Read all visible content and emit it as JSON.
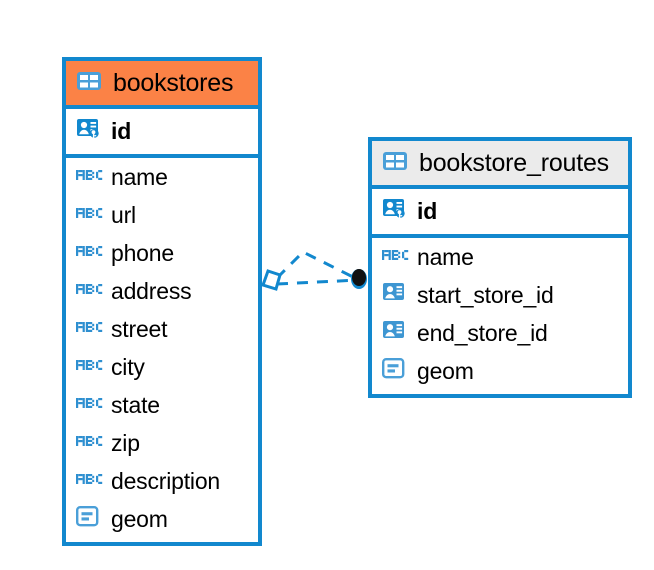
{
  "diagram": {
    "type": "entity-relationship-diagram",
    "background_color": "#ffffff",
    "accent_color": "#1288ce",
    "entities": [
      {
        "name": "bookstores",
        "header_color": "#fb8246",
        "icon": "table-icon",
        "primary_keys": [
          {
            "label": "id",
            "icon": "primary-key-icon",
            "type": "pk"
          }
        ],
        "fields": [
          {
            "label": "name",
            "icon": "abc-text-icon",
            "type": "text"
          },
          {
            "label": "url",
            "icon": "abc-text-icon",
            "type": "text"
          },
          {
            "label": "phone",
            "icon": "abc-text-icon",
            "type": "text"
          },
          {
            "label": "address",
            "icon": "abc-text-icon",
            "type": "text"
          },
          {
            "label": "street",
            "icon": "abc-text-icon",
            "type": "text"
          },
          {
            "label": "city",
            "icon": "abc-text-icon",
            "type": "text"
          },
          {
            "label": "state",
            "icon": "abc-text-icon",
            "type": "text"
          },
          {
            "label": "zip",
            "icon": "abc-text-icon",
            "type": "text"
          },
          {
            "label": "description",
            "icon": "abc-text-icon",
            "type": "text"
          },
          {
            "label": "geom",
            "icon": "geometry-icon",
            "type": "geometry"
          }
        ]
      },
      {
        "name": "bookstore_routes",
        "header_color": "#ebebeb",
        "icon": "table-icon",
        "primary_keys": [
          {
            "label": "id",
            "icon": "primary-key-icon",
            "type": "pk"
          }
        ],
        "fields": [
          {
            "label": "name",
            "icon": "abc-text-icon",
            "type": "text"
          },
          {
            "label": "start_store_id",
            "icon": "foreign-key-icon",
            "type": "fk"
          },
          {
            "label": "end_store_id",
            "icon": "foreign-key-icon",
            "type": "fk"
          },
          {
            "label": "geom",
            "icon": "geometry-icon",
            "type": "geometry"
          }
        ]
      }
    ],
    "relationship": {
      "name": "bookstores-to-bookstore_routes",
      "style": "dashed",
      "color": "#1288ce",
      "source_marker": "diamond-marker",
      "target_marker": "filled-circle-marker",
      "source_entity": "bookstores",
      "target_entity": "bookstore_routes"
    }
  }
}
